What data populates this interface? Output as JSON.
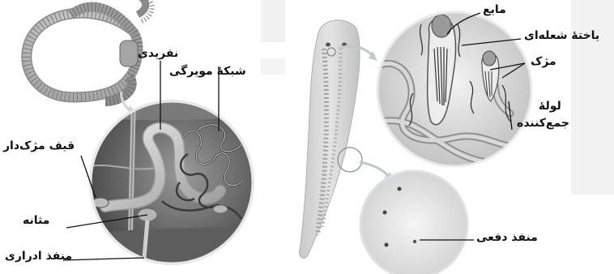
{
  "left_panel": {
    "labels": {
      "nephridium": "نفریدی",
      "capillary_network": "شبکهٔ مویرگی",
      "ciliated_funnel": "قیف مژک‌دار",
      "bladder": "مثانه",
      "excretory_pore": "منفذ ادراری"
    }
  },
  "right_panel": {
    "labels": {
      "fluid": "مایع",
      "flame_cell": "یاختهٔ شعله‌ای",
      "cilia": "مژک",
      "collecting_tube_line1": "لولهٔ",
      "collecting_tube_line2": "جمع‌کننده",
      "excretory_pore": "منفذ دفعی"
    }
  },
  "colors": {
    "tissue": "#d4d4d4",
    "dark_tissue": "#6b6b6b",
    "outline": "#333333",
    "watermark": "#f0f0f0"
  }
}
